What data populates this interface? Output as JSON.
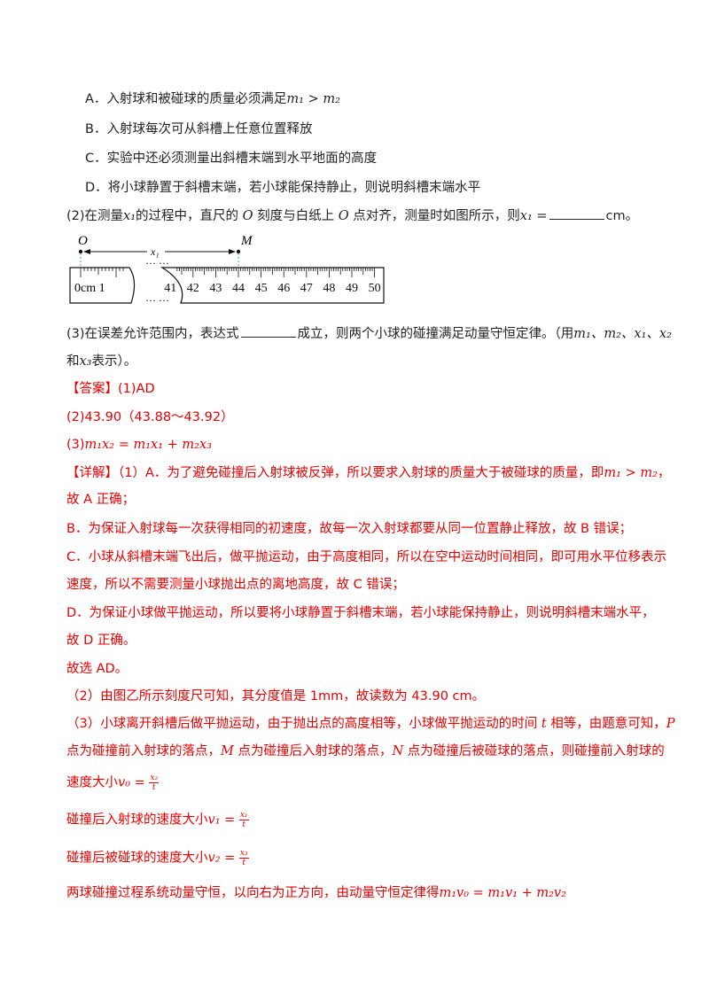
{
  "options": {
    "A": "A．入射球和被碰球的质量必须满足",
    "A_math": "m₁ > m₂",
    "B": "B．入射球每次可从斜槽上任意位置释放",
    "C": "C．实验中还必须测量出斜槽末端到水平地面的高度",
    "D": "D．将小球静置于斜槽末端，若小球能保持静止，则说明斜槽末端水平"
  },
  "q2": {
    "prefix": "(2)在测量",
    "var": "x₁",
    "mid": "的过程中，直尺的",
    "O1": "O",
    "mid2": "刻度与白纸上",
    "O2": "O",
    "mid3": "点对齐，测量时如图所示，则",
    "lhs": "x₁ =",
    "unit": "cm。"
  },
  "figure": {
    "label_O": "O",
    "label_M": "M",
    "label_x": "x₁",
    "ruler_start": "0cm 1",
    "dots_top": "…  …",
    "dots_bottom": "…  …",
    "tick_labels": [
      "41",
      "42",
      "43",
      "44",
      "45",
      "46",
      "47",
      "48",
      "49",
      "50"
    ]
  },
  "q3": {
    "line1_a": "(3)在误差允许范围内，表达式",
    "line1_b": "成立，则两个小球的碰撞满足动量守恒定律。（用",
    "vars": "m₁、m₂、x₁、x₂",
    "line2_a": "和",
    "line2_var": "x₃",
    "line2_b": "表示）。"
  },
  "answer": {
    "a1_tag": "【答案】",
    "a1": "(1)AD",
    "a2": "(2)43.90（43.88～43.92）",
    "a3_prefix": "(3)",
    "a3_math": "m₁x₂ = m₁x₁ + m₂x₃"
  },
  "detail": {
    "tag": "【详解】",
    "l1": "（1）A．为了避免碰撞后入射球被反弹，所以要求入射球的质量大于被碰球的质量，即",
    "l1_math": "m₁ > m₂",
    "l1_end": "，",
    "l2": "故 A 正确；",
    "l3": "B．为保证入射球每一次获得相同的初速度，故每一次入射球都要从同一位置静止释放，故 B 错误；",
    "l4": "C．小球从斜槽末端飞出后，做平抛运动，由于高度相同，所以在空中运动时间相同，即可用水平位移表示",
    "l5": "速度，所以不需要测量小球抛出点的离地高度，故 C 错误；",
    "l6": "D．为保证小球做平抛运动，所以要将小球静置于斜槽末端，若小球能保持静止，则说明斜槽末端水平，",
    "l7": "故 D 正确。",
    "l8": "故选 AD。",
    "l9": "（2）由图乙所示刻度尺可知，其分度值是 1mm，故读数为 43.90 cm。",
    "l10_a": "（3）小球离开斜槽后做平抛运动，由于抛出点的高度相等，小球做平抛运动的时间",
    "l10_t": "t",
    "l10_b": "相等，由题意可知，",
    "l10_P": "P",
    "l11_a": "点为碰撞前入射球的落点，",
    "l11_M": "M",
    "l11_b": "点为碰撞后入射球的落点，",
    "l11_N": "N",
    "l11_c": "点为碰撞后被碰球的落点，则碰撞前入射球的",
    "l12": "速度大小",
    "l12_v": "v₀ =",
    "l12_num": "x₂",
    "l12_den": "t",
    "l13": "碰撞后入射球的速度大小",
    "l13_v": "v₁ =",
    "l13_num": "x₁",
    "l13_den": "t",
    "l14": "碰撞后被碰球的速度大小",
    "l14_v": "v₂ =",
    "l14_num": "x₃",
    "l14_den": "t",
    "l15": "两球碰撞过程系统动量守恒，以向右为正方向，由动量守恒定律得",
    "l15_math": "m₁v₀ = m₁v₁ + m₂v₂"
  }
}
